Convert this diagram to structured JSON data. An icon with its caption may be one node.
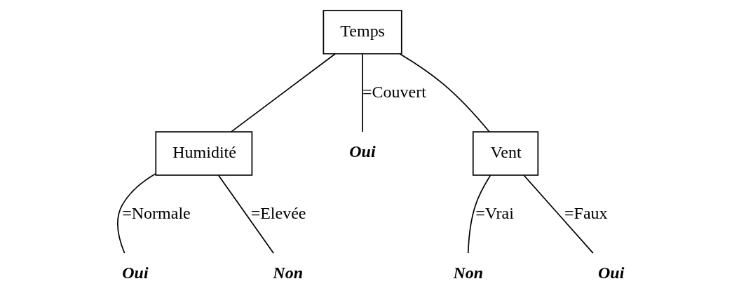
{
  "diagram": {
    "nodes": [
      {
        "text": [
          "Temps"
        ]
      },
      {
        "text": [
          "Humidité"
        ]
      },
      {
        "text": [
          "Oui"
        ]
      },
      {
        "text": [
          "Vent"
        ]
      },
      {
        "text": [
          "Oui"
        ]
      },
      {
        "text": [
          "Non"
        ]
      },
      {
        "text": [
          "Non"
        ]
      },
      {
        "text": [
          "Oui"
        ]
      }
    ],
    "edges": [
      {
        "from": 0,
        "to": 1,
        "arrow": "none"
      },
      {
        "from": 0,
        "to": 2,
        "arrow": "none",
        "label": "=Couvert"
      },
      {
        "from": 0,
        "to": 3,
        "arrow": "none"
      },
      {
        "from": 1,
        "to": 4,
        "arrow": "none",
        "label": "=Normale"
      },
      {
        "from": 1,
        "to": 5,
        "arrow": "none",
        "label": "=Elevée"
      },
      {
        "from": 3,
        "to": 6,
        "arrow": "none",
        "label": "=Vrai"
      },
      {
        "from": 3,
        "to": 7,
        "arrow": "none",
        "label": "=Faux"
      }
    ]
  }
}
